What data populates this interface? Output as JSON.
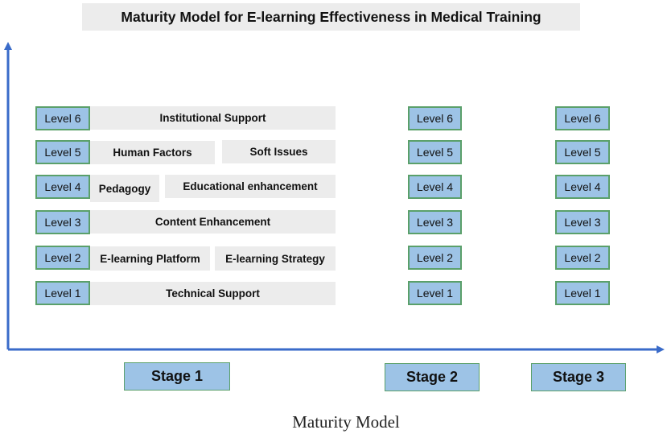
{
  "title": "Maturity Model for E-learning Effectiveness in Medical Training",
  "x_axis_label": "Maturity Model",
  "levels": [
    "Level 1",
    "Level 2",
    "Level 3",
    "Level 4",
    "Level 5",
    "Level 6"
  ],
  "stages": [
    "Stage 1",
    "Stage 2",
    "Stage 3"
  ],
  "stage1_factors": {
    "level6": "Institutional Support",
    "level5_a": "Human Factors",
    "level5_b": "Soft Issues",
    "level4_a": "Pedagogy",
    "level4_b": "Educational enhancement",
    "level3": "Content Enhancement",
    "level2_a": "E-learning Platform",
    "level2_b": "E-learning Strategy",
    "level1": "Technical Support"
  },
  "colors": {
    "axis": "#3a6bc9",
    "level_box": "#9dc3e6",
    "level_border": "#5aa06a",
    "factor_box": "#ececec"
  }
}
